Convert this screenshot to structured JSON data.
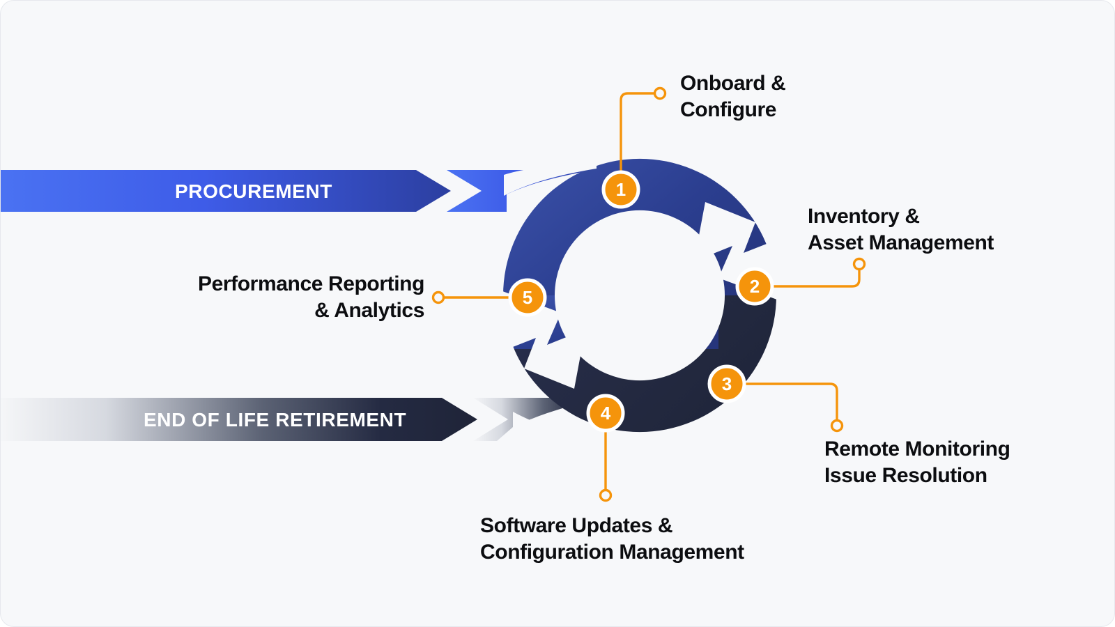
{
  "diagram": {
    "title_visible": false,
    "background_color": "#f7f8fa",
    "accent_color": "#f5940b",
    "ring_color_top": "#2b3e8f",
    "ring_color_bottom": "#242a42",
    "procurement_color": "#4a6cf0",
    "eol_color": "#242a42",
    "text_color": "#0c0d10"
  },
  "banners": [
    {
      "id": "procurement",
      "label": "PROCUREMENT",
      "direction": "right",
      "color_start": "#4a72f2",
      "color_end": "#2c3fa0"
    },
    {
      "id": "end-of-life-retirement",
      "label": "END OF LIFE RETIREMENT",
      "direction": "left",
      "color_start": "#f5f6f8",
      "color_end": "#1f2438"
    }
  ],
  "steps": [
    {
      "number": "1",
      "label": "Onboard &\nConfigure"
    },
    {
      "number": "2",
      "label": "Inventory &\nAsset Management"
    },
    {
      "number": "3",
      "label": "Remote Monitoring\nIssue Resolution"
    },
    {
      "number": "4",
      "label": "Software Updates &\nConfiguration Management"
    },
    {
      "number": "5",
      "label": "Performance Reporting\n& Analytics"
    }
  ]
}
